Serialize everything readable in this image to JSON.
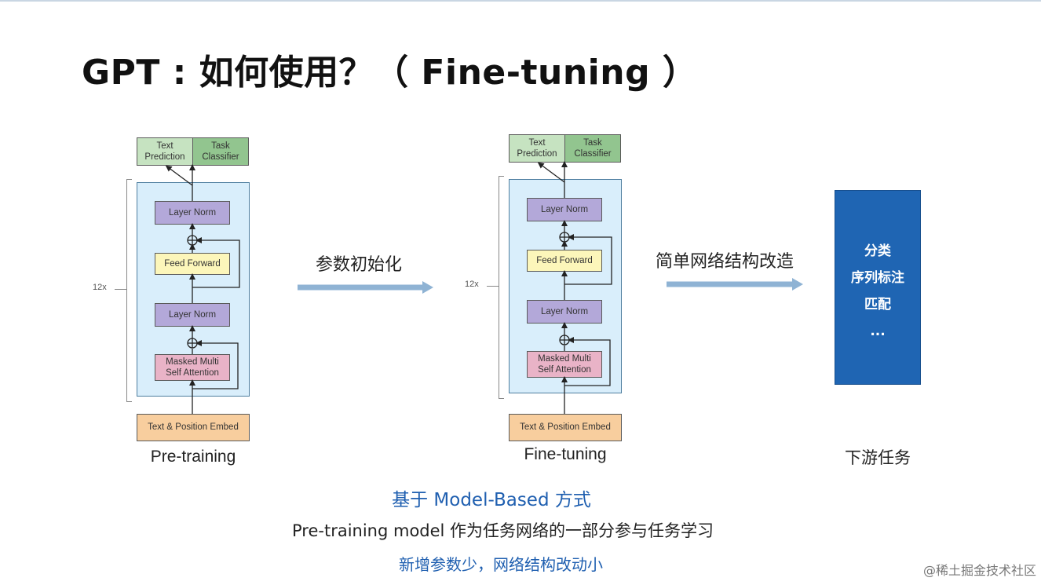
{
  "title": "GPT : 如何使用？（ Fine-tuning ）",
  "left_diagram": {
    "outputs": [
      "Text\nPrediction",
      "Task\nClassifier"
    ],
    "layer_norm_top": "Layer Norm",
    "feed_forward": "Feed Forward",
    "layer_norm_bottom": "Layer Norm",
    "attention": "Masked Multi\nSelf Attention",
    "embed": "Text & Position Embed",
    "repeat": "12x",
    "caption": "Pre-training"
  },
  "right_diagram": {
    "outputs": [
      "Text\nPrediction",
      "Task\nClassifier"
    ],
    "layer_norm_top": "Layer Norm",
    "feed_forward": "Feed Forward",
    "layer_norm_bottom": "Layer Norm",
    "attention": "Masked Multi\nSelf Attention",
    "embed": "Text & Position Embed",
    "repeat": "12x",
    "caption": "Fine-tuning"
  },
  "arrow1_label": "参数初始化",
  "arrow2_label": "简单网络结构改造",
  "downstream_tasks": [
    "分类",
    "序列标注",
    "匹配",
    "..."
  ],
  "downstream_caption": "下游任务",
  "footer": {
    "line1": "基于 Model-Based 方式",
    "line2": "Pre-training model 作为任务网络的一部分参与任务学习",
    "line3": "新增参数少，网络结构改动小"
  },
  "watermark": "@稀土掘金技术社区",
  "colors": {
    "accent_blue": "#1f65b3",
    "arrow": "#8fb3d4",
    "block_bg": "#d9eefb"
  }
}
